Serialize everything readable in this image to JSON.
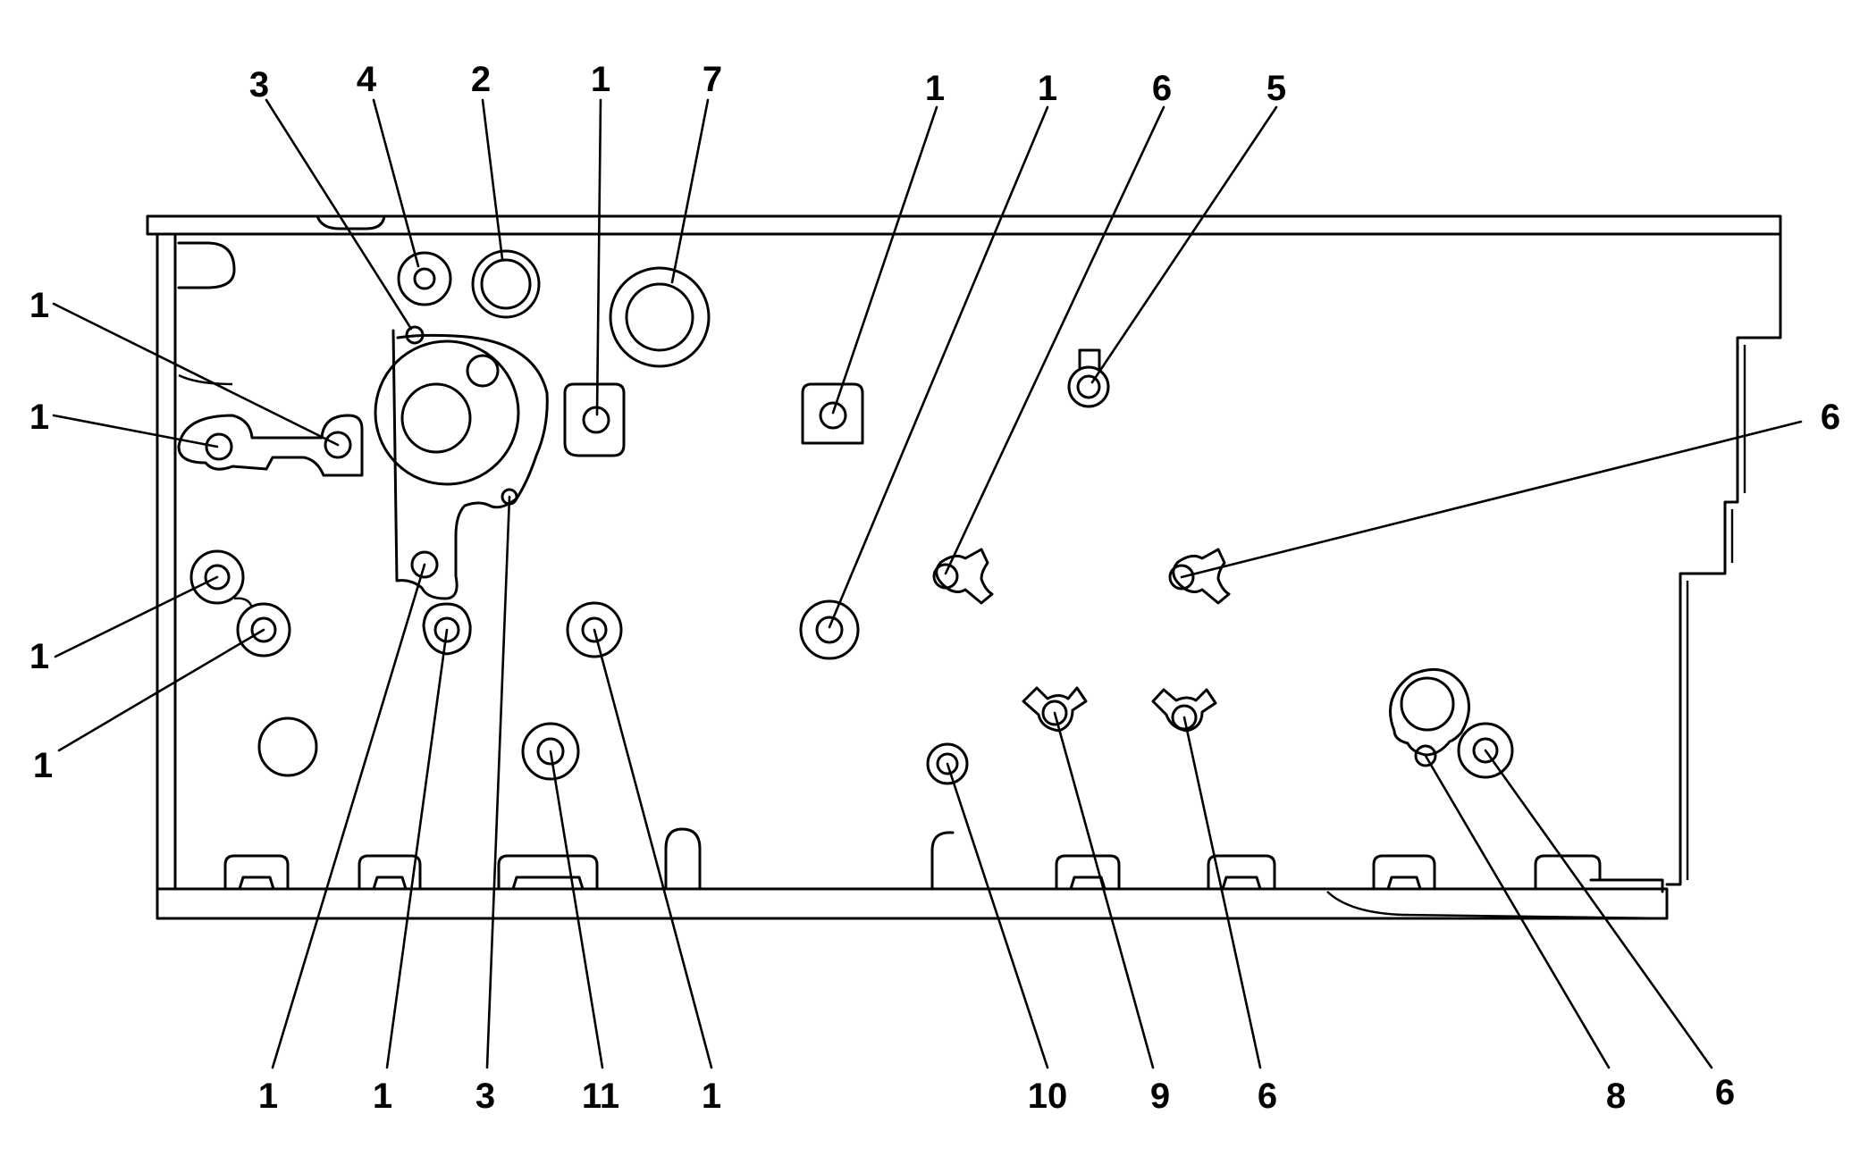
{
  "diagram": {
    "callouts": [
      {
        "label": "3"
      },
      {
        "label": "4"
      },
      {
        "label": "2"
      },
      {
        "label": "1"
      },
      {
        "label": "7"
      },
      {
        "label": "1"
      },
      {
        "label": "1"
      },
      {
        "label": "6"
      },
      {
        "label": "5"
      },
      {
        "label": "1"
      },
      {
        "label": "1"
      },
      {
        "label": "6"
      },
      {
        "label": "1"
      },
      {
        "label": "1"
      },
      {
        "label": "1"
      },
      {
        "label": "1"
      },
      {
        "label": "3"
      },
      {
        "label": "11"
      },
      {
        "label": "1"
      },
      {
        "label": "10"
      },
      {
        "label": "9"
      },
      {
        "label": "6"
      },
      {
        "label": "8"
      },
      {
        "label": "6"
      }
    ]
  }
}
